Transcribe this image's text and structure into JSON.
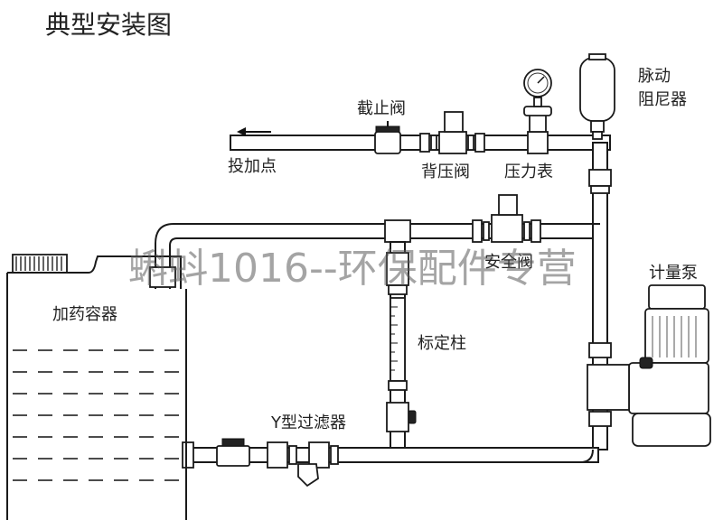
{
  "title": "典型安装图",
  "labels": {
    "pulse_damper": [
      "脉动",
      "阻尼器"
    ],
    "stop_valve": "截止阀",
    "dosing_point": "投加点",
    "back_pressure_valve": "背压阀",
    "pressure_gauge": "压力表",
    "safety_valve": "安全阀",
    "metering_pump": "计量泵",
    "dosing_tank": "加药容器",
    "calibration_column": "标定柱",
    "y_strainer": "Y型过滤器"
  },
  "watermark": "蝌蚪1016--环保配件专营"
}
